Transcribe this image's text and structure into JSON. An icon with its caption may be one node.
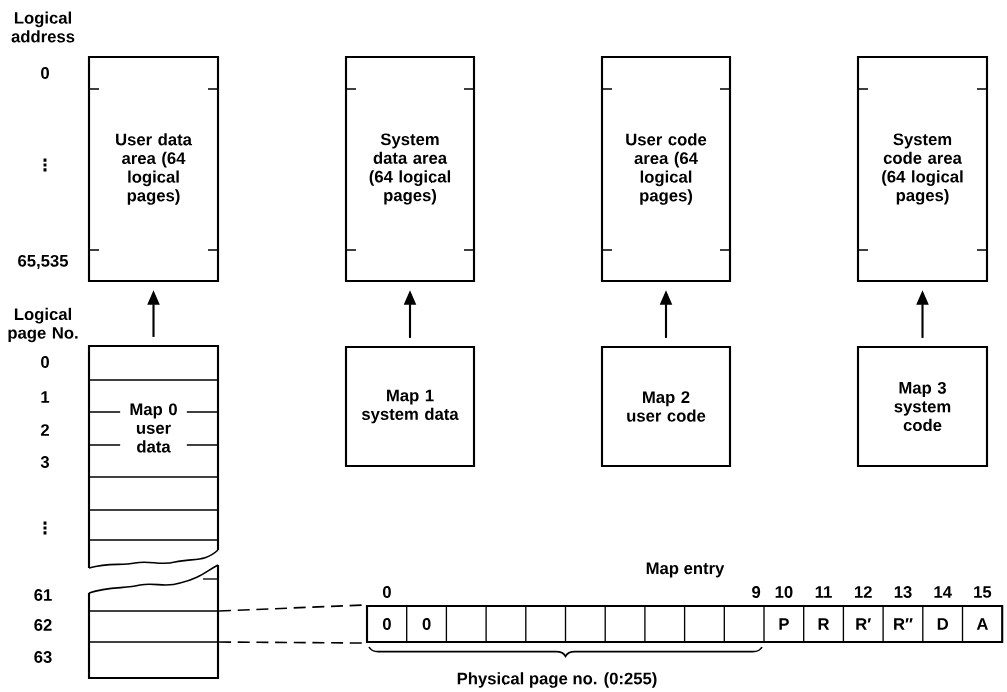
{
  "diagram": {
    "nodes": [
      {
        "text": [
          "User data area (64 logical pages)"
        ]
      },
      {
        "text": [
          "System data area (64 logical pages)"
        ]
      },
      {
        "text": [
          "User code area (64 logical pages)"
        ]
      },
      {
        "text": [
          "System code area (64 logical pages)"
        ]
      },
      {
        "text": [
          "Map 0 user data"
        ]
      },
      {
        "text": [
          "Map 1 system data"
        ]
      },
      {
        "text": [
          "Map 2 user code"
        ]
      },
      {
        "text": [
          "Map 3 system code"
        ]
      },
      {
        "text": [],
        "shape": "box"
      }
    ],
    "edges": [
      {
        "from": 4,
        "to": 0,
        "arrow": "to"
      },
      {
        "from": 5,
        "to": 1,
        "arrow": "to"
      },
      {
        "from": 6,
        "to": 2,
        "arrow": "to"
      },
      {
        "from": 7,
        "to": 3,
        "arrow": "to"
      },
      {
        "from": 4,
        "to": 8,
        "arrow": "none",
        "style": "dashed"
      },
      {
        "from": 4,
        "to": 8,
        "arrow": "none",
        "style": "dashed"
      }
    ],
    "labels": [
      "Logical address",
      "0",
      "⋮",
      "65,535",
      "Logical page No.",
      "0",
      "1",
      "2",
      "3",
      "⋮",
      "61",
      "62",
      "63",
      "Map entry",
      "0",
      "9",
      "10",
      "11",
      "12",
      "13",
      "14",
      "15",
      "0",
      "0",
      "P",
      "R",
      "R′",
      "R″",
      "D",
      "A",
      "Physical page no. (0:255)"
    ]
  }
}
